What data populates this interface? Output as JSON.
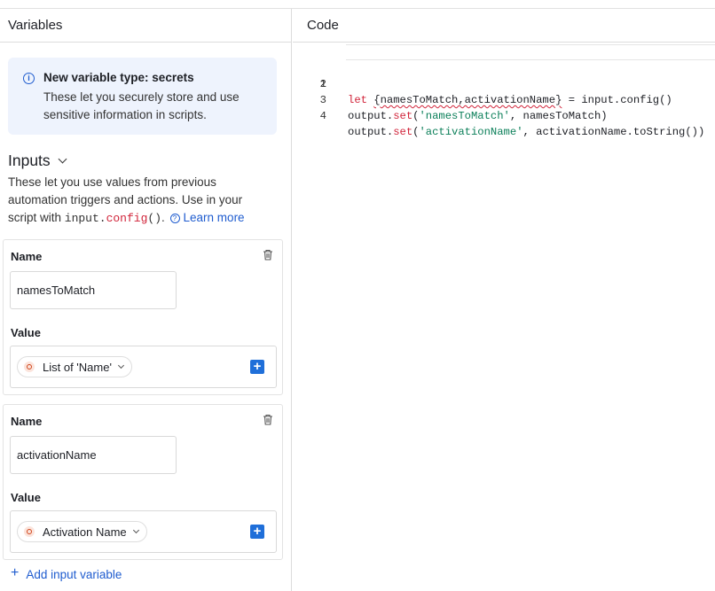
{
  "variables_panel": {
    "title": "Variables",
    "notice": {
      "title": "New variable type: secrets",
      "body": "These let you securely store and use sensitive information in scripts."
    },
    "inputs": {
      "title": "Inputs",
      "desc_part1": "These let you use values from previous automation triggers and actions. Use in your script with ",
      "code_obj": "input.",
      "code_fn": "config",
      "code_parens": "()",
      "desc_part2": ".",
      "learn_more": "Learn more"
    },
    "cards": [
      {
        "name_label": "Name",
        "name_value": "namesToMatch",
        "value_label": "Value",
        "value_pill": "List of 'Name'"
      },
      {
        "name_label": "Name",
        "name_value": "activationName",
        "value_label": "Value",
        "value_pill": "Activation Name"
      }
    ],
    "add_variable": "Add input variable"
  },
  "code_panel": {
    "title": "Code",
    "lines": [
      {
        "num": "1",
        "kw": "let",
        "sp": " ",
        "err": "{namesToMatch,activationName}",
        "rest": " = input.config()"
      },
      {
        "num": "2"
      },
      {
        "num": "3",
        "pre": "output.",
        "fn": "set",
        "open": "(",
        "str": "'namesToMatch'",
        "rest": ", namesToMatch)"
      },
      {
        "num": "4",
        "pre": "output.",
        "fn": "set",
        "open": "(",
        "str": "'activationName'",
        "rest": ", activationName.toString())"
      }
    ]
  },
  "colors": {
    "accent": "#1f5ccf",
    "keyword": "#d1243a",
    "string": "#0b7f59",
    "notice_bg": "#eef3fd",
    "add_button": "#1f6fd9"
  },
  "icons": {
    "notice": "info-icon",
    "help": "question-icon",
    "delete": "trash-icon",
    "pill_source": "search-source-icon",
    "add": "plus-icon"
  }
}
